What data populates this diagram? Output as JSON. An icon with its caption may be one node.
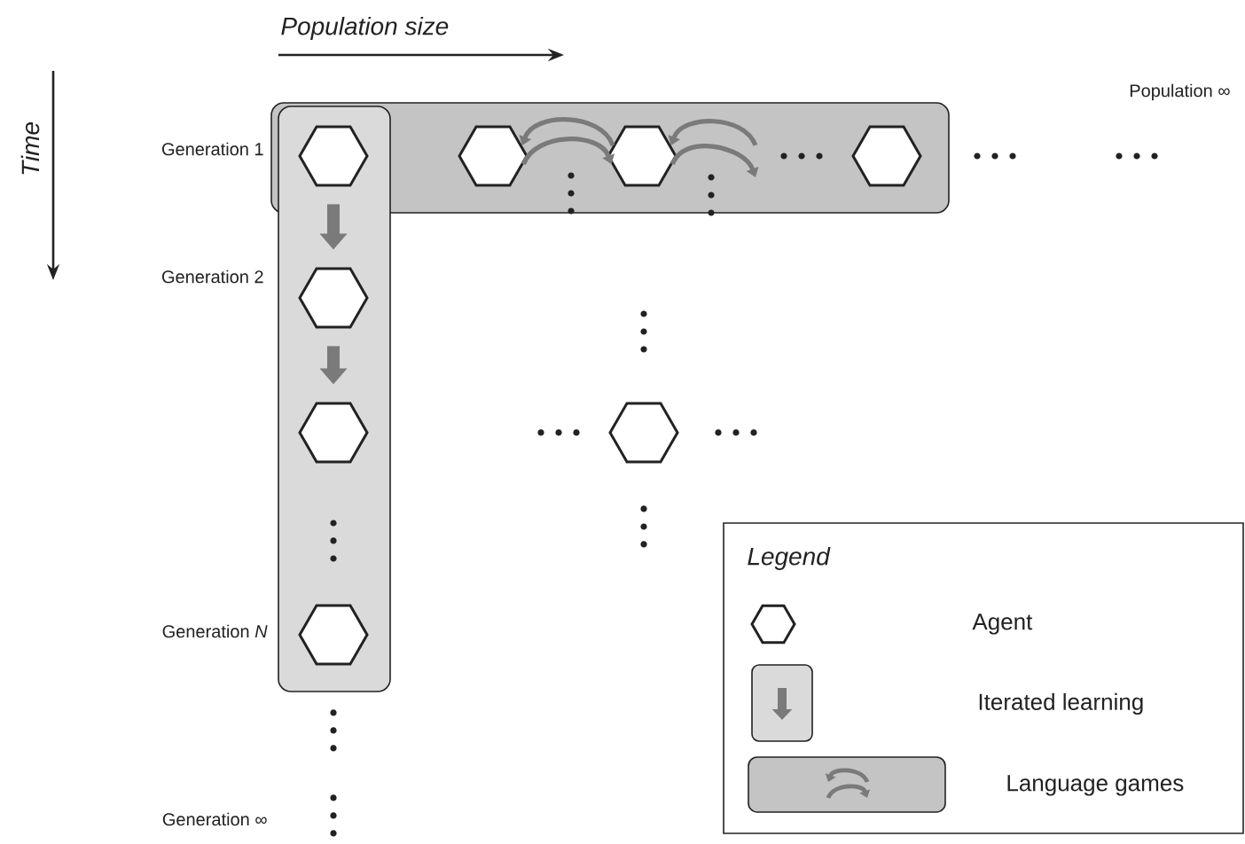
{
  "diagram": {
    "nodes": [
      {
        "text": [],
        "shape": "box"
      },
      {
        "text": [],
        "shape": "box"
      },
      {
        "text": [],
        "shape": "hexagon",
        "beside": [
          "Generation 1"
        ]
      },
      {
        "text": [],
        "shape": "hexagon",
        "in": 0
      },
      {
        "text": [],
        "shape": "hexagon",
        "in": 0
      },
      {
        "text": [],
        "shape": "hexagon",
        "in": 0
      },
      {
        "text": [],
        "shape": "hexagon",
        "in": 1,
        "beside": [
          "Generation 2"
        ]
      },
      {
        "text": [],
        "shape": "hexagon",
        "in": 1
      },
      {
        "text": [],
        "shape": "hexagon",
        "in": 1,
        "beside": [
          "Generation *N*"
        ]
      },
      {
        "text": [],
        "shape": "hexagon"
      }
    ],
    "edges": [
      {
        "from": 2,
        "to": 6,
        "arrow": "to",
        "style": "thick"
      },
      {
        "from": 6,
        "to": 7,
        "arrow": "to",
        "style": "thick"
      },
      {
        "from": 4,
        "to": 3,
        "arrow": "to"
      },
      {
        "from": 3,
        "to": 4,
        "arrow": "to"
      },
      {
        "from": null,
        "to": 4,
        "arrow": "to"
      },
      {
        "from": 4,
        "to": null,
        "arrow": "to"
      }
    ],
    "labels": [
      "Population size",
      "Time",
      "Population ∞",
      "Generation ∞",
      "Legend"
    ],
    "legend": [
      {
        "text": "Agent"
      },
      {
        "text": "Iterated learning"
      },
      {
        "text": "Language games"
      }
    ]
  }
}
